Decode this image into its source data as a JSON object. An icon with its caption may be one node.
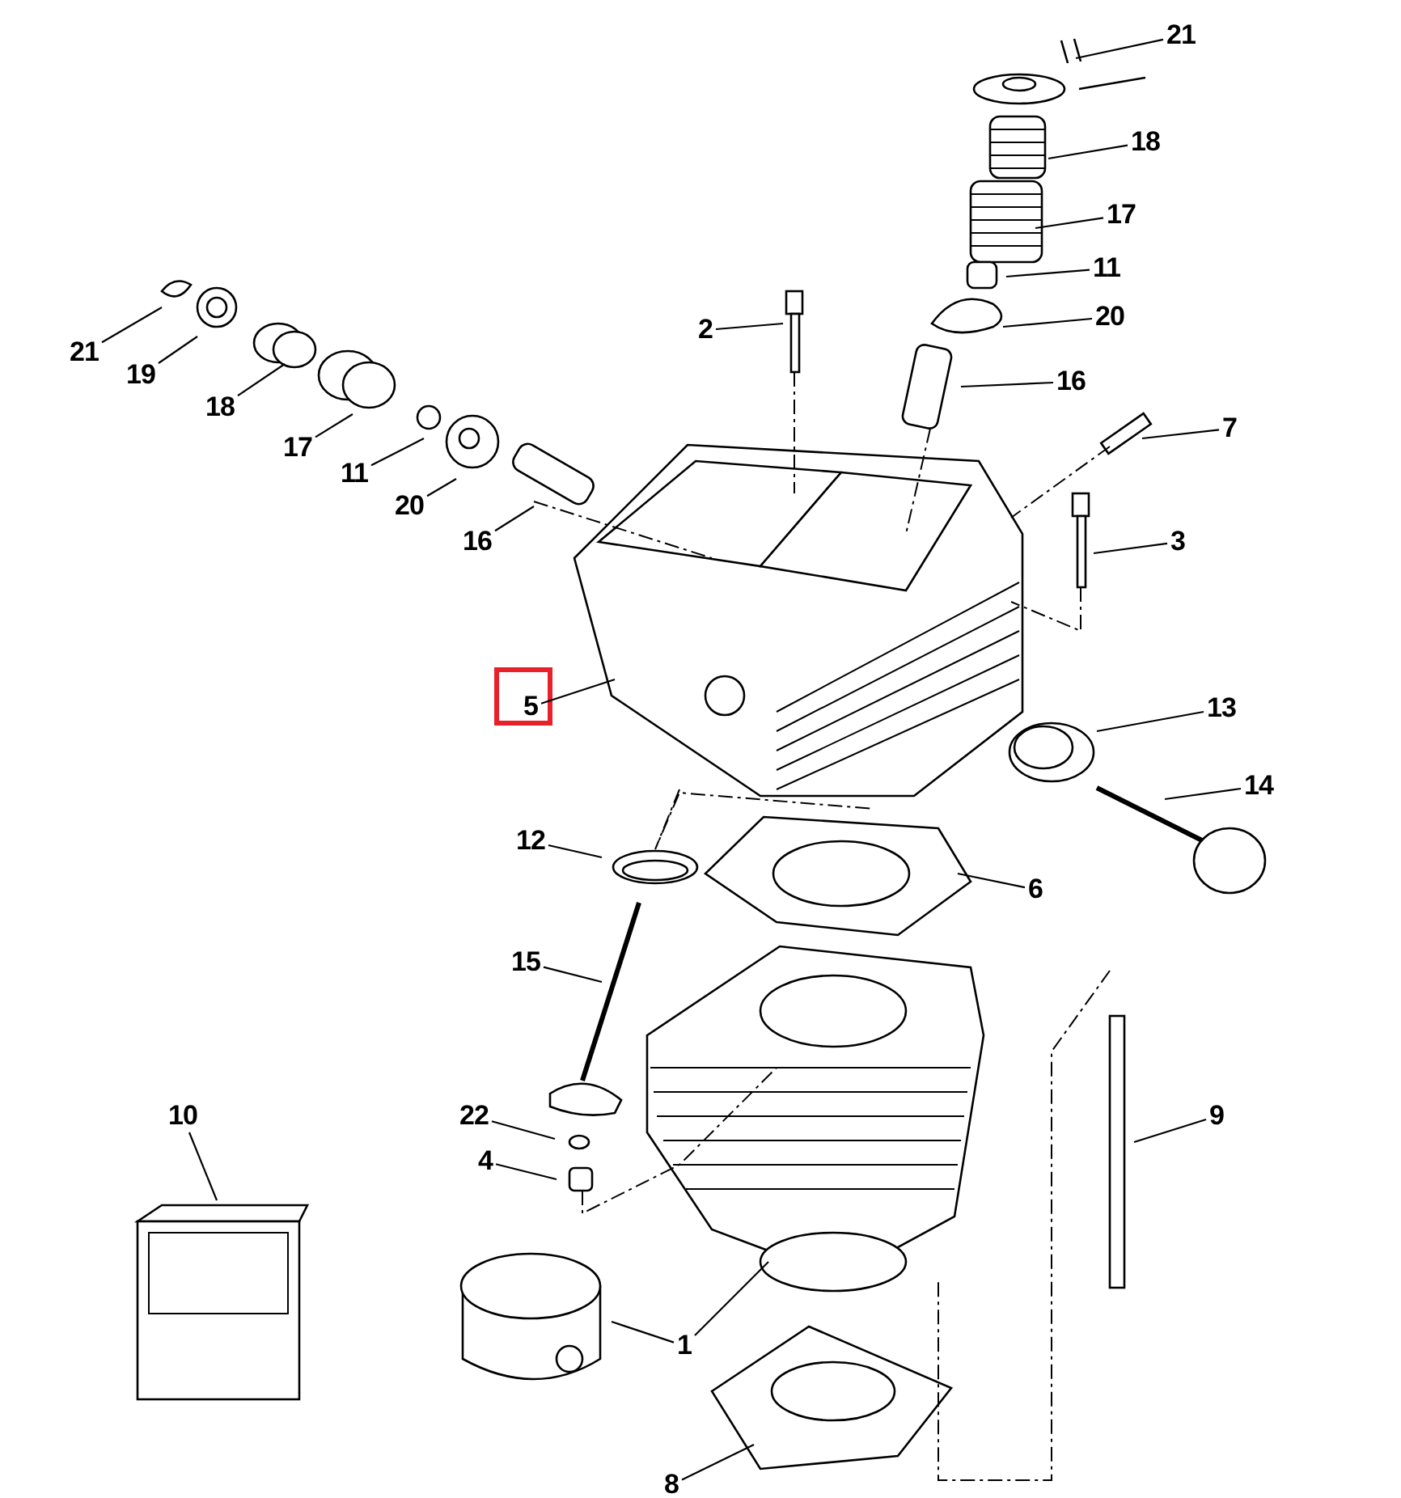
{
  "diagram": {
    "nodes": [
      {
        "text": [
          "21"
        ]
      },
      {
        "text": [
          "18"
        ]
      },
      {
        "text": [
          "17"
        ]
      },
      {
        "text": [
          "11"
        ]
      },
      {
        "text": [
          "2"
        ]
      },
      {
        "text": [
          "20"
        ]
      },
      {
        "text": [
          "21"
        ]
      },
      {
        "text": [
          "19"
        ]
      },
      {
        "text": [
          "16"
        ]
      },
      {
        "text": [
          "18"
        ]
      },
      {
        "text": [
          "17"
        ]
      },
      {
        "text": [
          "7"
        ]
      },
      {
        "text": [
          "11"
        ]
      },
      {
        "text": [
          "20"
        ]
      },
      {
        "text": [
          "16"
        ]
      },
      {
        "text": [
          "3"
        ]
      },
      {
        "text": [
          "5"
        ]
      },
      {
        "text": [
          "13"
        ]
      },
      {
        "text": [
          "14"
        ]
      },
      {
        "text": [
          "12"
        ]
      },
      {
        "text": [
          "6"
        ]
      },
      {
        "text": [
          "15"
        ]
      },
      {
        "text": [
          "10"
        ]
      },
      {
        "text": [
          "9"
        ]
      },
      {
        "text": [
          "22"
        ]
      },
      {
        "text": [
          "4"
        ]
      },
      {
        "text": [
          "1"
        ]
      },
      {
        "text": [
          "8"
        ]
      }
    ],
    "edges": [
      {
        "from": 0,
        "to": null,
        "arrow": "none"
      },
      {
        "from": 1,
        "to": null,
        "arrow": "none"
      },
      {
        "from": 2,
        "to": null,
        "arrow": "none"
      },
      {
        "from": 3,
        "to": null,
        "arrow": "none"
      },
      {
        "from": 4,
        "to": null,
        "arrow": "none"
      },
      {
        "from": 5,
        "to": null,
        "arrow": "none"
      },
      {
        "from": 6,
        "to": null,
        "arrow": "none"
      },
      {
        "from": 7,
        "to": null,
        "arrow": "none"
      },
      {
        "from": 8,
        "to": null,
        "arrow": "none"
      },
      {
        "from": 9,
        "to": null,
        "arrow": "none"
      },
      {
        "from": 10,
        "to": null,
        "arrow": "none"
      },
      {
        "from": 11,
        "to": null,
        "arrow": "none"
      },
      {
        "from": 12,
        "to": null,
        "arrow": "none"
      },
      {
        "from": 13,
        "to": null,
        "arrow": "none"
      },
      {
        "from": 14,
        "to": null,
        "arrow": "none"
      },
      {
        "from": 15,
        "to": null,
        "arrow": "none"
      },
      {
        "from": 16,
        "to": null,
        "arrow": "none"
      },
      {
        "from": 17,
        "to": null,
        "arrow": "none"
      },
      {
        "from": 18,
        "to": null,
        "arrow": "none"
      },
      {
        "from": 19,
        "to": null,
        "arrow": "none"
      },
      {
        "from": 20,
        "to": null,
        "arrow": "none"
      },
      {
        "from": 21,
        "to": null,
        "arrow": "none"
      },
      {
        "from": 22,
        "to": null,
        "arrow": "none"
      },
      {
        "from": 23,
        "to": null,
        "arrow": "none"
      },
      {
        "from": 24,
        "to": null,
        "arrow": "none"
      },
      {
        "from": 25,
        "to": null,
        "arrow": "none"
      },
      {
        "from": 26,
        "to": null,
        "arrow": "none"
      },
      {
        "from": 26,
        "to": null,
        "arrow": "none"
      },
      {
        "from": 27,
        "to": null,
        "arrow": "none"
      }
    ]
  }
}
